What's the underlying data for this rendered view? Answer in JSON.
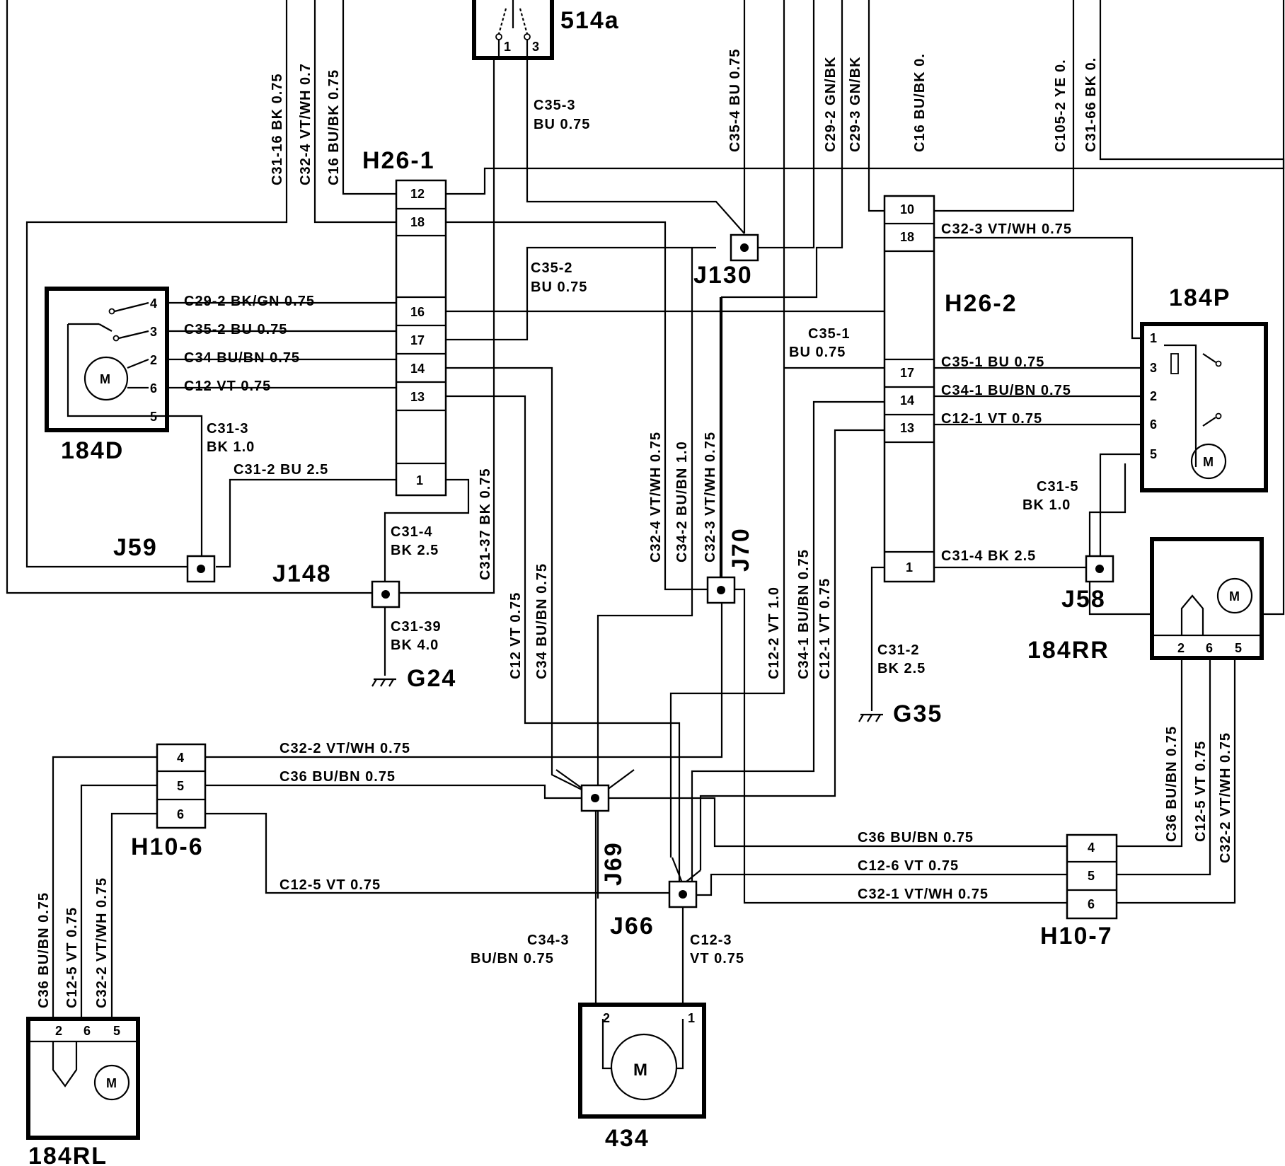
{
  "components": {
    "c184d": "184D",
    "c184p": "184P",
    "c184rr": "184RR",
    "c184rl": "184RL",
    "c434": "434",
    "c514a": "514a",
    "motor": "M"
  },
  "connectors": {
    "h26_1": "H26-1",
    "h26_2": "H26-2",
    "h10_6": "H10-6",
    "h10_7": "H10-7"
  },
  "junctions": {
    "j59": "J59",
    "j148": "J148",
    "j130": "J130",
    "j70": "J70",
    "j69": "J69",
    "j66": "J66",
    "j58": "J58"
  },
  "grounds": {
    "g24": "G24",
    "g35": "G35"
  },
  "pins": {
    "p1": "1",
    "p2": "2",
    "p3": "3",
    "p4": "4",
    "p5": "5",
    "p6": "6",
    "p10": "10",
    "p12": "12",
    "p13": "13",
    "p14": "14",
    "p16": "16",
    "p17": "17",
    "p18": "18"
  },
  "wires": {
    "c31_16": "C31-16   BK 0.75",
    "c32_4_top": "C32-4   VT/WH 0.7",
    "c16_left": "C16  BU/BK 0.75",
    "c35_3": "C35-3",
    "c35_3b": "BU   0.75",
    "c35_4": "C35-4   BU 0.75",
    "c29_2": "C29-2   GN/BK",
    "c29_3": "C29-3   GN/BK",
    "c16_right": "C16   BU/BK 0.",
    "c105_2": "C105-2   YE 0.",
    "c31_66": "C31-66   BK 0.",
    "c29_2h": "C29-2   BK/GN  0.75",
    "c35_2h": "C35-2   BU  0.75",
    "c34h": "C34  BU/BN  0.75",
    "c12h": "C12   VT   0.75",
    "c35_2a": "C35-2",
    "c35_2b": "BU  0.75",
    "c31_3a": "C31-3",
    "c31_3b": "BK 1.0",
    "c31_2h": "C31-2    BU   2.5",
    "c31_4a": "C31-4",
    "c31_4b": "BK 2.5",
    "c31_37": "C31-37      BK 0.75",
    "c31_39a": "C31-39",
    "c31_39b": "BK   4.0",
    "c12v": "C12   VT   0.75",
    "c34v": "C34   BU/BN  0.75",
    "c32_4v": "C32-4   VT/WH  0.75",
    "c34_2v": "C34-2   BU/BN   1.0",
    "c32_3v": "C32-3   VT/WH  0.75",
    "c12_2v": "C12-2   VT 1.0",
    "c34_1v": "C34-1   BU/BN 0.75",
    "c12_1v": "C12-1   VT  0.75",
    "c35_1a": "C35-1",
    "c35_1b": "BU 0.75",
    "c32_3h": "C32-3   VT/WH  0.75",
    "c35_1h": "C35-1    BU  0.75",
    "c34_1h": "C34-1    BU/BN   0.75",
    "c12_1h": "C12-1    VT   0.75",
    "c31_5a": "C31-5",
    "c31_5b": "BK  1.0",
    "c31_4r": "C31-4    BK 2.5",
    "c31_2a": "C31-2",
    "c31_2b": "BK    2.5",
    "c32_2h": "C32-2   VT/WH  0.75",
    "c36h": "C36        BU/BN  0.75",
    "c12_5h": "C12-5   VT  0.75",
    "c36_rh": "C36  BU/BN  0.75",
    "c12_6h": "C12-6   VT  0.75",
    "c32_1h": "C32-1   VT/WH  0.75",
    "c36_rl": "C36  BU/BN  0.75",
    "c12_5_rl": "C12-5   VT   0.75",
    "c32_2_rl": "C32-2   VT/WH  0.75",
    "c36_rr": "C36   BU/BN  0.75",
    "c12_5_rr": "C12-5    VT    0.75",
    "c32_2_rr": "C32-2    VT/WH  0.75",
    "c34_3a": "C34-3",
    "c34_3b": "BU/BN  0.75",
    "c12_3a": "C12-3",
    "c12_3b": "VT  0.75"
  }
}
